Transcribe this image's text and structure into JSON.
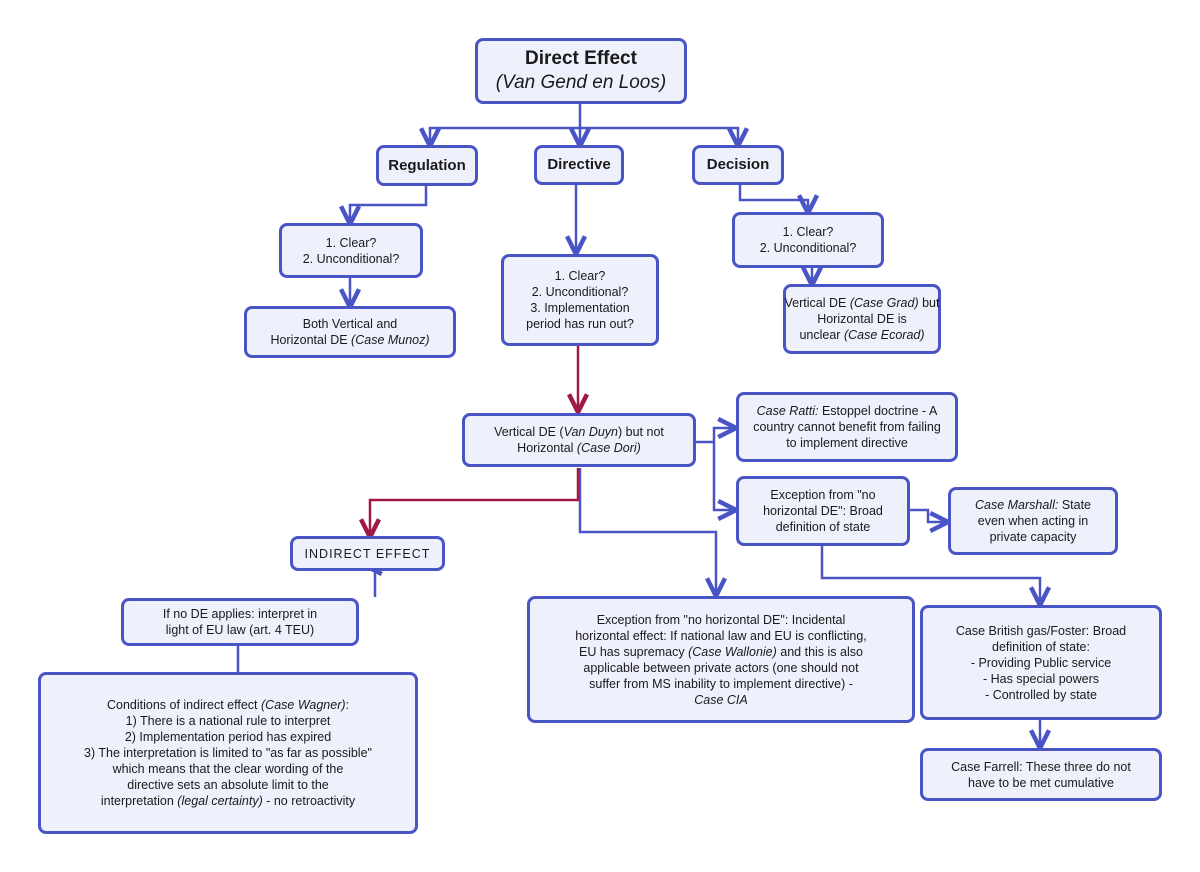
{
  "root": {
    "title": "Direct Effect",
    "subtitle": "(Van Gend en Loos)"
  },
  "regulation": {
    "label": "Regulation"
  },
  "directive": {
    "label": "Directive"
  },
  "decision": {
    "label": "Decision"
  },
  "reg_criteria": {
    "line1": "1. Clear?",
    "line2": "2. Unconditional?"
  },
  "reg_result": {
    "line1": "Both Vertical and",
    "line2_pre": "Horizontal DE ",
    "line2_em": "(Case Munoz)"
  },
  "dir_criteria": {
    "line1": "1. Clear?",
    "line2": "2. Unconditional?",
    "line3": "3. Implementation",
    "line4": "period has run out?"
  },
  "dec_criteria": {
    "line1": "1. Clear?",
    "line2": "2. Unconditional?"
  },
  "dec_result": {
    "line1_pre": "Vertical DE ",
    "line1_em": "(Case Grad)",
    "line1_post": " but",
    "line2": "Horizontal DE is",
    "line3_pre": "unclear ",
    "line3_em": "(Case Ecorad)"
  },
  "vertical_de": {
    "line1_pre": "Vertical DE (",
    "line1_em": "Van Duyn",
    "line1_post": ") but not",
    "line2_pre": "Horizontal ",
    "line2_em": "(Case Dori)"
  },
  "ratti": {
    "line1_em": "Case Ratti:",
    "line1_post": " Estoppel doctrine - A",
    "line2": "country cannot benefit from failing",
    "line3": "to implement directive"
  },
  "exception_state": {
    "line1": "Exception from \"no",
    "line2": "horizontal DE\": Broad",
    "line3": "definition of state"
  },
  "marshall": {
    "line1_em": "Case Marshall:",
    "line1_post": " State",
    "line2": "even when acting in",
    "line3": "private capacity"
  },
  "indirect_effect": {
    "label": "INDIRECT EFFECT"
  },
  "no_de": {
    "line1": "If no DE applies: interpret in",
    "line2": "light of EU law (art. 4 TEU)"
  },
  "conditions": {
    "line1_pre": "Conditions of indirect effect ",
    "line1_em": "(Case Wagner)",
    "line1_post": ":",
    "line2": "1) There is a national rule to interpret",
    "line3": "2) Implementation period has expired",
    "line4": "3) The interpretation is limited to \"as far as possible\"",
    "line5": "which means that the clear wording of the",
    "line6": "directive sets an absolute limit to the",
    "line7_pre": "interpretation ",
    "line7_em": "(legal certainty)",
    "line7_post": " - no retroactivity"
  },
  "incidental": {
    "line1": "Exception from \"no horizontal DE\": Incidental",
    "line2": "horizontal effect: If national law and EU is conflicting,",
    "line3_pre": "EU has supremacy ",
    "line3_em": "(Case Wallonie)",
    "line3_post": " and this is also",
    "line4": "applicable between private actors (one should not",
    "line5": "suffer from MS inability to implement directive) -",
    "line6_em": "Case CIA"
  },
  "british_gas": {
    "line1": "Case British gas/Foster: Broad",
    "line2": "definition of state:",
    "line3": "- Providing Public service",
    "line4": "- Has special powers",
    "line5": "- Controlled by state"
  },
  "farrell": {
    "line1": "Case Farrell: These three do not",
    "line2": "have to be met cumulative"
  },
  "colors": {
    "box_border": "#4a55c5",
    "box_fill": "#eef0fb",
    "arrow_blue": "#4a55c5",
    "arrow_red": "#a01848"
  }
}
